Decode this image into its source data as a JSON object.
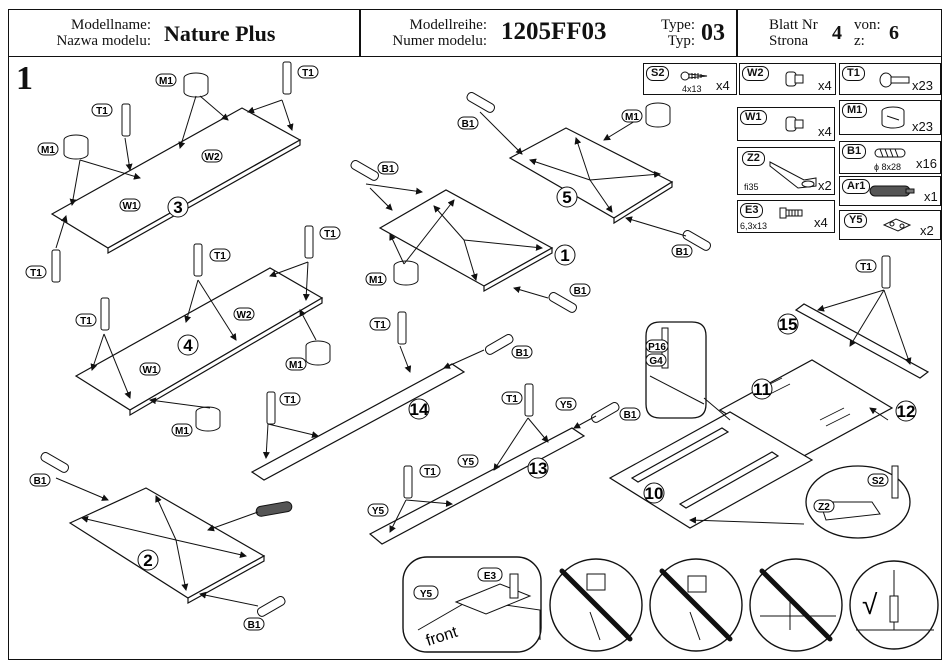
{
  "header": {
    "model_name_label_1": "Modellname:",
    "model_name_label_2": "Nazwa modelu:",
    "model_name": "Nature Plus",
    "series_label_1": "Modellreihe:",
    "series_label_2": "Numer modelu:",
    "series": "1205FF03",
    "type_label_1": "Type:",
    "type_label_2": "Typ:",
    "type": "03",
    "sheet_label_1": "Blatt Nr",
    "sheet_label_2": "Strona",
    "sheet": "4",
    "of_label_1": "von:",
    "of_label_2": "z:",
    "of": "6"
  },
  "step": "1",
  "hardware": [
    {
      "code": "S2",
      "size": "4x13",
      "qty": "x4",
      "icon": "screw-icon"
    },
    {
      "code": "W2",
      "size": "",
      "qty": "x4",
      "icon": "dowel-cap-icon"
    },
    {
      "code": "T1",
      "size": "",
      "qty": "x23",
      "icon": "cam-bolt-icon"
    },
    {
      "code": "W1",
      "size": "",
      "qty": "x4",
      "icon": "dowel-cap-icon"
    },
    {
      "code": "M1",
      "size": "",
      "qty": "x23",
      "icon": "cam-lock-icon"
    },
    {
      "code": "Z2",
      "size": "fi35",
      "qty": "x2",
      "icon": "hinge-icon"
    },
    {
      "code": "B1",
      "size": "ɸ 8x28",
      "qty": "x16",
      "icon": "wood-dowel-icon"
    },
    {
      "code": "Ar1",
      "size": "",
      "qty": "x1",
      "icon": "soft-close-damper-icon"
    },
    {
      "code": "E3",
      "size": "6,3x13",
      "qty": "x4",
      "icon": "euro-screw-icon"
    },
    {
      "code": "Y5",
      "size": "",
      "qty": "x2",
      "icon": "hinge-plate-icon"
    }
  ],
  "parts": [
    "1",
    "2",
    "3",
    "4",
    "5",
    "10",
    "11",
    "12",
    "13",
    "14",
    "15"
  ],
  "callouts": {
    "T1": "T1",
    "M1": "M1",
    "B1": "B1",
    "W1": "W1",
    "W2": "W2",
    "Y5": "Y5",
    "Z2": "Z2",
    "S2": "S2",
    "E3": "E3",
    "P16": "P16",
    "G4": "G4"
  },
  "detail": {
    "front_text": "front"
  },
  "checkmark": "√"
}
